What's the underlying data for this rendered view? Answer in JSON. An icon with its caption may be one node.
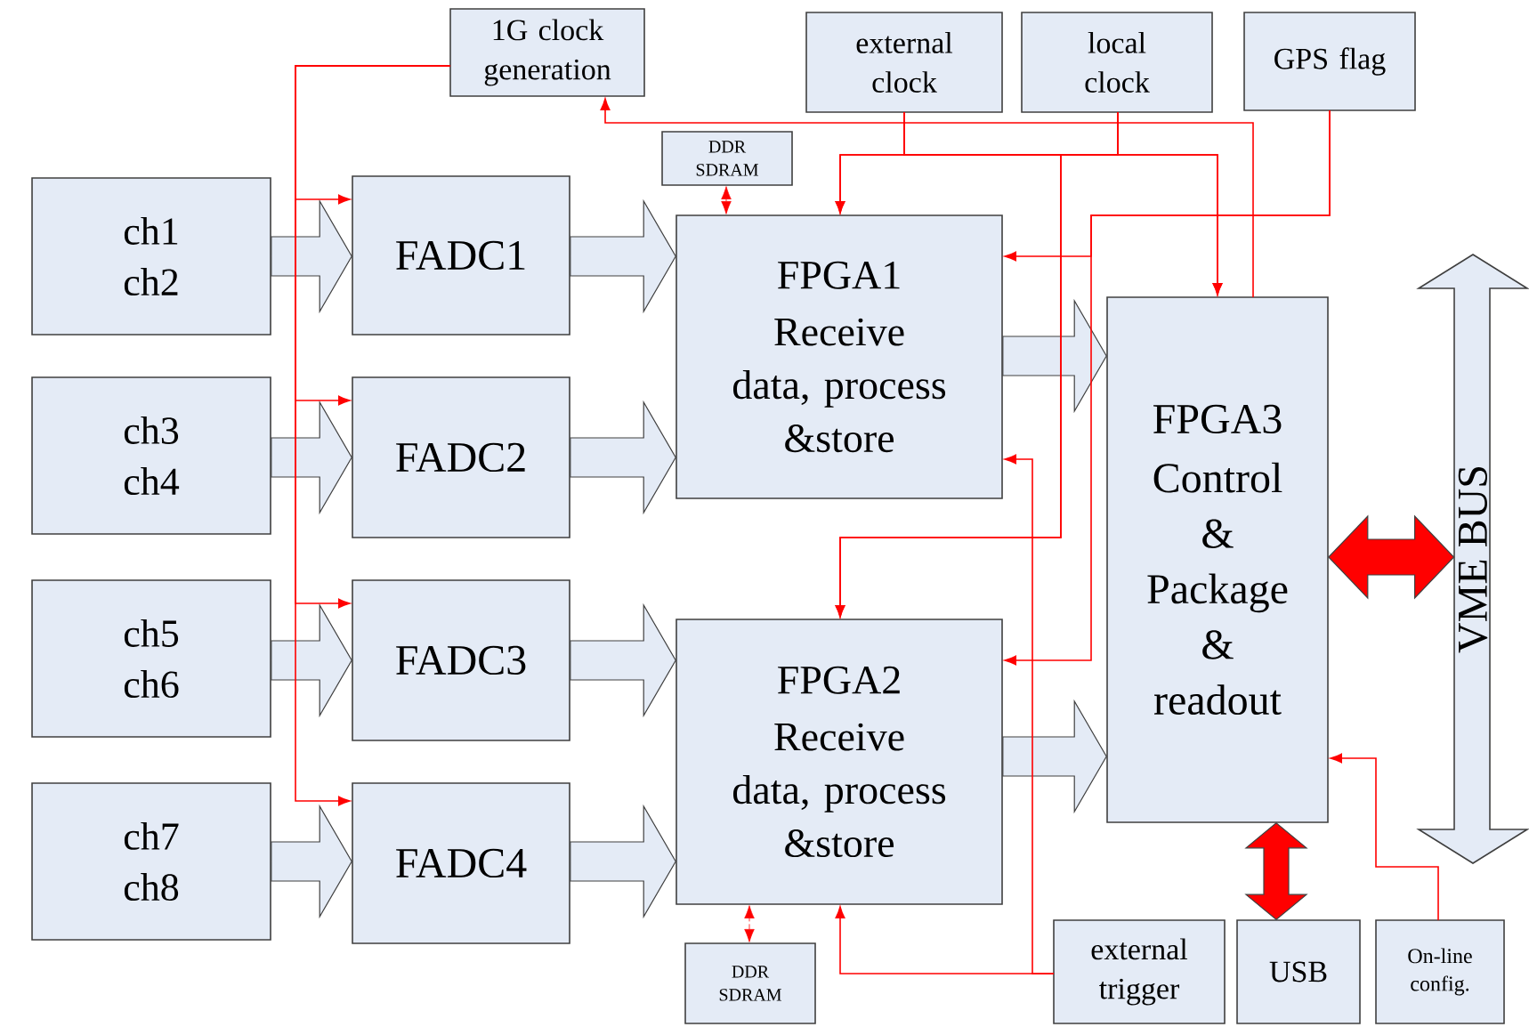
{
  "diagram": {
    "nodes": [
      {
        "text": [
          "ch1 ch2"
        ]
      },
      {
        "text": [
          "ch3 ch4"
        ]
      },
      {
        "text": [
          "ch5 ch6"
        ]
      },
      {
        "text": [
          "ch7 ch8"
        ]
      },
      {
        "text": [
          "FADC1"
        ]
      },
      {
        "text": [
          "FADC2"
        ]
      },
      {
        "text": [
          "FADC3"
        ]
      },
      {
        "text": [
          "FADC4"
        ]
      },
      {
        "text": [
          "FPGA1",
          "Receive data, process &store"
        ]
      },
      {
        "text": [
          "FPGA2",
          "Receive data, process &store"
        ]
      },
      {
        "text": [
          "FPGA3",
          "Control & Package & readout"
        ]
      },
      {
        "text": [
          "1G clock generation"
        ]
      },
      {
        "text": [
          "external clock"
        ]
      },
      {
        "text": [
          "local clock"
        ]
      },
      {
        "text": [
          "GPS flag"
        ]
      },
      {
        "text": [
          "DDR SDRAM"
        ]
      },
      {
        "text": [
          "DDR SDRAM"
        ]
      },
      {
        "text": [
          "external trigger"
        ]
      },
      {
        "text": [
          "USB"
        ]
      },
      {
        "text": [
          "On-line config."
        ]
      },
      {
        "text": [
          "VME BUS"
        ]
      }
    ],
    "edges": [
      {
        "from": 0,
        "to": 4,
        "arrow": "to",
        "style": "thick",
        "color": "#e4ebf6"
      },
      {
        "from": 1,
        "to": 5,
        "arrow": "to",
        "style": "thick",
        "color": "#e4ebf6"
      },
      {
        "from": 2,
        "to": 6,
        "arrow": "to",
        "style": "thick",
        "color": "#e4ebf6"
      },
      {
        "from": 3,
        "to": 7,
        "arrow": "to",
        "style": "thick",
        "color": "#e4ebf6"
      },
      {
        "from": 4,
        "to": 8,
        "arrow": "to",
        "style": "thick",
        "color": "#e4ebf6"
      },
      {
        "from": 5,
        "to": 8,
        "arrow": "to",
        "style": "thick",
        "color": "#e4ebf6"
      },
      {
        "from": 6,
        "to": 9,
        "arrow": "to",
        "style": "thick",
        "color": "#e4ebf6"
      },
      {
        "from": 7,
        "to": 9,
        "arrow": "to",
        "style": "thick",
        "color": "#e4ebf6"
      },
      {
        "from": 8,
        "to": 10,
        "arrow": "to",
        "style": "thick",
        "color": "#e4ebf6"
      },
      {
        "from": 9,
        "to": 10,
        "arrow": "to",
        "style": "thick",
        "color": "#e4ebf6"
      },
      {
        "from": 10,
        "to": 20,
        "arrow": "both",
        "style": "thick"
      },
      {
        "from": 10,
        "to": 18,
        "arrow": "both",
        "style": "thick"
      },
      {
        "from": 10,
        "to": 11,
        "arrow": "to"
      },
      {
        "from": 11,
        "to": 4,
        "arrow": "to"
      },
      {
        "from": 11,
        "to": 5,
        "arrow": "to"
      },
      {
        "from": 11,
        "to": 6,
        "arrow": "to"
      },
      {
        "from": 11,
        "to": 7,
        "arrow": "to"
      },
      {
        "from": 12,
        "to": 8,
        "arrow": "to"
      },
      {
        "from": 12,
        "to": 10,
        "arrow": "to"
      },
      {
        "from": 12,
        "to": 9,
        "arrow": "to"
      },
      {
        "from": 13,
        "to": 8,
        "arrow": "to"
      },
      {
        "from": 13,
        "to": 10,
        "arrow": "to"
      },
      {
        "from": 13,
        "to": 9,
        "arrow": "to"
      },
      {
        "from": 14,
        "to": 8,
        "arrow": "to"
      },
      {
        "from": 14,
        "to": 9,
        "arrow": "to"
      },
      {
        "from": 17,
        "to": 9,
        "arrow": "to"
      },
      {
        "from": 17,
        "to": 8,
        "arrow": "to"
      },
      {
        "from": 15,
        "to": 8,
        "arrow": "both",
        "style": "dashed"
      },
      {
        "from": 16,
        "to": 9,
        "arrow": "both",
        "style": "dashed"
      },
      {
        "from": 19,
        "to": 10,
        "arrow": "to"
      }
    ]
  }
}
